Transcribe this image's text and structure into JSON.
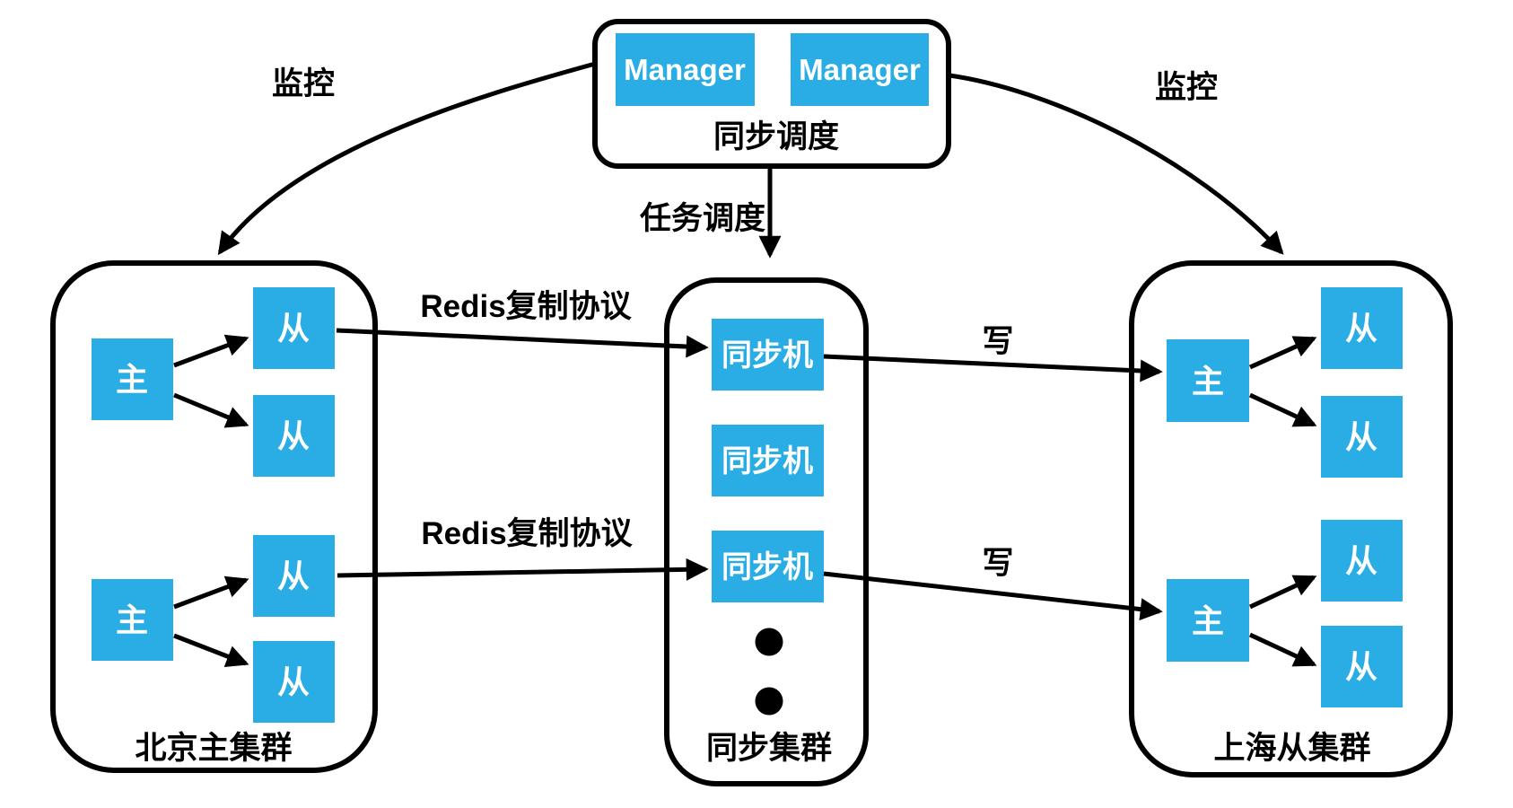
{
  "title_panel": {
    "manager_1": "Manager",
    "manager_2": "Manager",
    "label": "同步调度"
  },
  "edges": {
    "monitor_left": "监控",
    "monitor_right": "监控",
    "task_schedule": "任务调度",
    "redis_protocol_top": "Redis复制协议",
    "redis_protocol_bottom": "Redis复制协议",
    "write_top": "写",
    "write_bottom": "写"
  },
  "clusters": {
    "beijing": {
      "label": "北京主集群",
      "master": "主",
      "slave": "从"
    },
    "sync": {
      "label": "同步集群",
      "machine_1": "同步机",
      "machine_2": "同步机",
      "machine_3": "同步机"
    },
    "shanghai": {
      "label": "上海从集群",
      "master": "主",
      "slave": "从"
    }
  },
  "colors": {
    "node_fill": "#29ADE4",
    "line": "#000000",
    "node_text": "#FFFFFF",
    "background": "#FFFFFF"
  }
}
